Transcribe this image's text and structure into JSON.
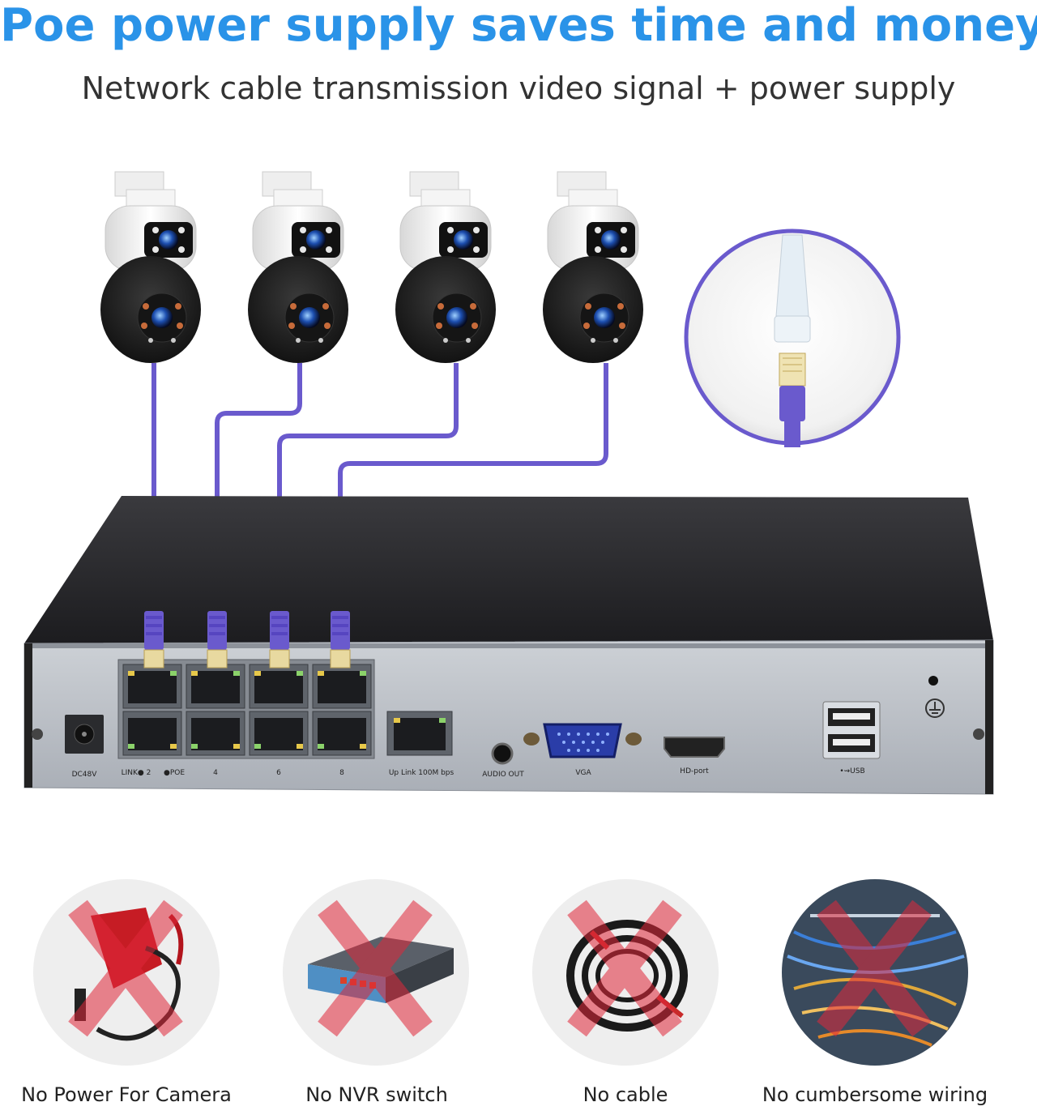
{
  "header": {
    "title": "Poe power supply saves time and money",
    "subtitle": "Network cable transmission video signal + power supply"
  },
  "nvr": {
    "labels": {
      "dc": "DC48V",
      "link": "LINK●  2",
      "poe": "●POE",
      "port4": "4",
      "port6": "6",
      "port8": "8",
      "uplink": "Up Link 100M bps",
      "audio": "AUDIO OUT",
      "vga": "VGA",
      "hdport": "HD-port",
      "usb": "•⇝USB"
    }
  },
  "benefits": [
    {
      "label": "No Power For Camera",
      "icon": "power-adapter-icon"
    },
    {
      "label": "No NVR switch",
      "icon": "network-switch-icon"
    },
    {
      "label": "No cable",
      "icon": "cable-coil-icon"
    },
    {
      "label": "No cumbersome wiring",
      "icon": "messy-wiring-icon"
    }
  ],
  "colors": {
    "title": "#2a93e8",
    "cable": "#6a5acd",
    "cross": "#e0283a",
    "nvr_top": "#2b2b2e",
    "nvr_front": "#b9bec5"
  }
}
